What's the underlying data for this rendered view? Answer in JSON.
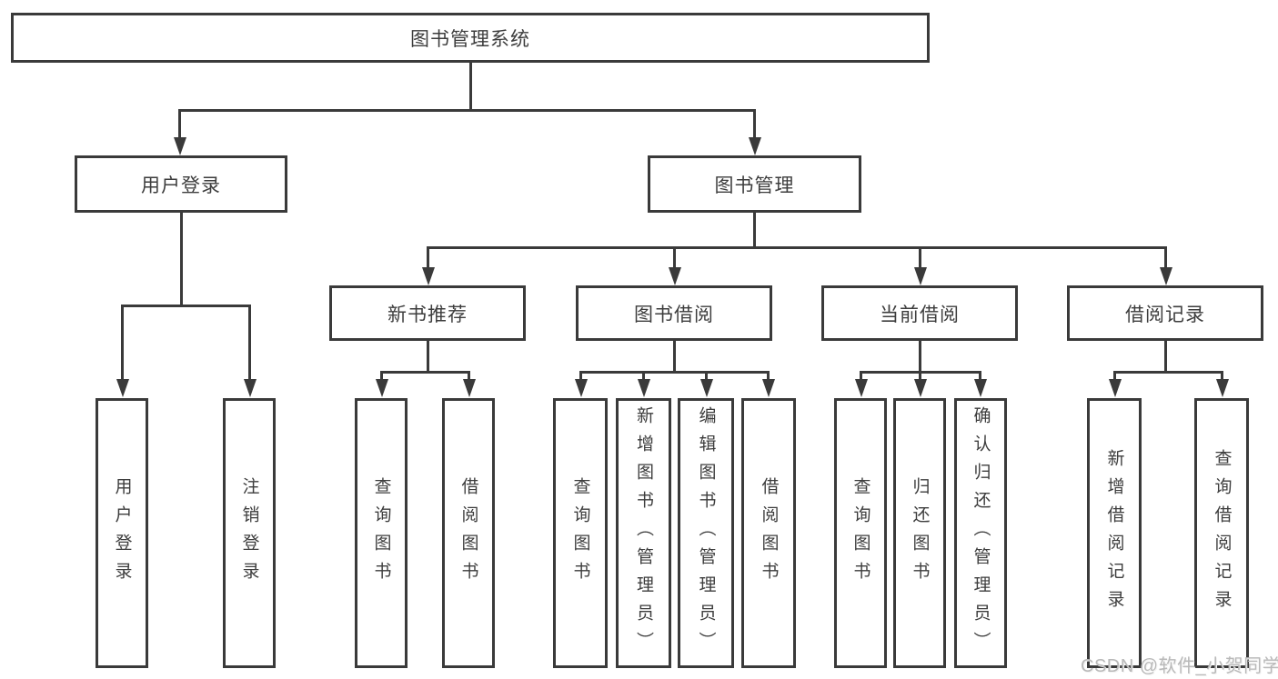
{
  "diagram": {
    "type": "tree",
    "title": "图书管理系统",
    "colors": {
      "line": "#3a3a3a",
      "text": "#3d3d3d",
      "background": "#ffffff",
      "watermark": "#b9b9b9"
    },
    "nodes": {
      "root": "图书管理系统",
      "user_login": "用户登录",
      "book_mgmt": "图书管理",
      "leaf_user_login": "用户登录",
      "leaf_logout": "注销登录",
      "new_book_rec": "新书推荐",
      "book_borrow": "图书借阅",
      "current_borrow": "当前借阅",
      "borrow_record": "借阅记录",
      "nb_query_book": "查询图书",
      "nb_borrow_book": "借阅图书",
      "bb_query_book": "查询图书",
      "bb_add_book": "新增图书（管理员）",
      "bb_edit_book": "编辑图书（管理员）",
      "bb_borrow_book": "借阅图书",
      "cb_query_book": "查询图书",
      "cb_return_book": "归还图书",
      "cb_confirm_return": "确认归还（管理员）",
      "br_add_record": "新增借阅记录",
      "br_query_record": "查询借阅记录"
    },
    "hierarchy": {
      "图书管理系统": {
        "用户登录": [
          "用户登录",
          "注销登录"
        ],
        "图书管理": {
          "新书推荐": [
            "查询图书",
            "借阅图书"
          ],
          "图书借阅": [
            "查询图书",
            "新增图书（管理员）",
            "编辑图书（管理员）",
            "借阅图书"
          ],
          "当前借阅": [
            "查询图书",
            "归还图书",
            "确认归还（管理员）"
          ],
          "借阅记录": [
            "新增借阅记录",
            "查询借阅记录"
          ]
        }
      }
    }
  },
  "watermark": {
    "text": "CSDN @软件_小贺同学"
  }
}
